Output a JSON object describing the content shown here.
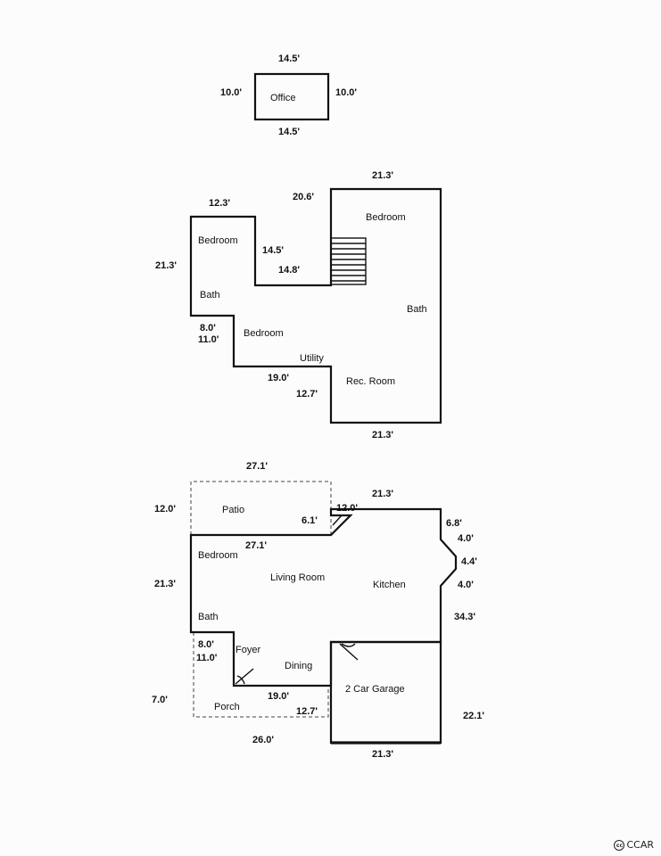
{
  "office": {
    "room": "Office",
    "dim_top": "14.5'",
    "dim_bottom": "14.5'",
    "dim_left": "10.0'",
    "dim_right": "10.0'"
  },
  "upper_floor": {
    "rooms": {
      "bedroom_right": "Bedroom",
      "bedroom_left": "Bedroom",
      "bath_left": "Bath",
      "bedroom_center": "Bedroom",
      "bath_right": "Bath",
      "utility": "Utility",
      "rec_room": "Rec. Room"
    },
    "dims": {
      "top_right": "21.3'",
      "top_left": "12.3'",
      "stair_height": "20.6'",
      "left_side": "21.3'",
      "inner_vertical": "14.5'",
      "inner_horizontal": "14.8'",
      "step_a": "8.0'",
      "step_b": "11.0'",
      "lower_horizontal": "19.0'",
      "lower_vertical": "12.7'",
      "bottom": "21.3'"
    }
  },
  "main_floor": {
    "rooms": {
      "patio": "Patio",
      "bedroom": "Bedroom",
      "living_room": "Living Room",
      "kitchen": "Kitchen",
      "bath": "Bath",
      "foyer": "Foyer",
      "dining": "Dining",
      "garage": "2 Car Garage",
      "porch": "Porch"
    },
    "dims": {
      "patio_top": "27.1'",
      "patio_left": "12.0'",
      "patio_inner": "6.1'",
      "top_right": "21.3'",
      "corner": "12.0'",
      "right_a": "6.8'",
      "bay_a": "4.0'",
      "bay_b": "4.4'",
      "bay_c": "4.0'",
      "right_long": "34.3'",
      "inner_top": "27.1'",
      "left_side": "21.3'",
      "step_a": "8.0'",
      "step_b": "11.0'",
      "porch_left": "7.0'",
      "foyer_bottom": "19.0'",
      "porch_inner": "12.7'",
      "porch_bottom": "26.0'",
      "garage_right": "22.1'",
      "garage_bottom": "21.3'"
    }
  },
  "watermark": {
    "text": "CCAR",
    "icon": "creative-commons-icon"
  }
}
